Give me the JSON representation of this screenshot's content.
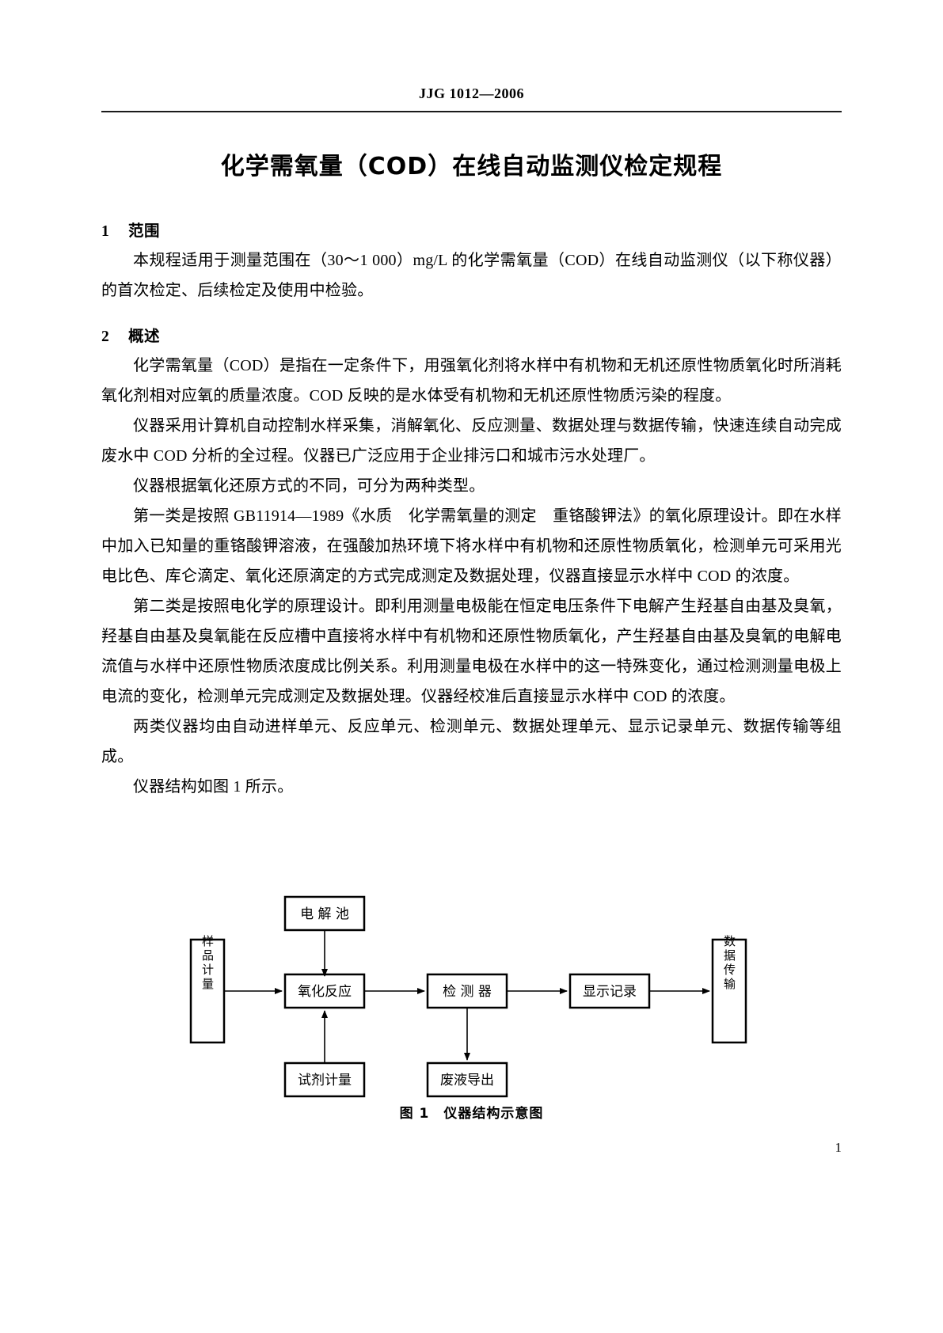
{
  "header": {
    "running_head": "JJG 1012—2006"
  },
  "title": "化学需氧量（COD）在线自动监测仪检定规程",
  "sections": [
    {
      "number": "1",
      "heading": "范围",
      "paragraphs": [
        "本规程适用于测量范围在（30～1 000）mg/L 的化学需氧量（COD）在线自动监测仪（以下称仪器）的首次检定、后续检定及使用中检验。"
      ]
    },
    {
      "number": "2",
      "heading": "概述",
      "paragraphs": [
        "化学需氧量（COD）是指在一定条件下，用强氧化剂将水样中有机物和无机还原性物质氧化时所消耗氧化剂相对应氧的质量浓度。COD 反映的是水体受有机物和无机还原性物质污染的程度。",
        "仪器采用计算机自动控制水样采集，消解氧化、反应测量、数据处理与数据传输，快速连续自动完成废水中 COD 分析的全过程。仪器已广泛应用于企业排污口和城市污水处理厂。",
        "仪器根据氧化还原方式的不同，可分为两种类型。",
        "第一类是按照 GB11914—1989《水质　化学需氧量的测定　重铬酸钾法》的氧化原理设计。即在水样中加入已知量的重铬酸钾溶液，在强酸加热环境下将水样中有机物和还原性物质氧化，检测单元可采用光电比色、库仑滴定、氧化还原滴定的方式完成测定及数据处理，仪器直接显示水样中 COD 的浓度。",
        "第二类是按照电化学的原理设计。即利用测量电极能在恒定电压条件下电解产生羟基自由基及臭氧，羟基自由基及臭氧能在反应槽中直接将水样中有机物和还原性物质氧化，产生羟基自由基及臭氧的电解电流值与水样中还原性物质浓度成比例关系。利用测量电极在水样中的这一特殊变化，通过检测测量电极上电流的变化，检测单元完成测定及数据处理。仪器经校准后直接显示水样中 COD 的浓度。",
        "两类仪器均由自动进样单元、反应单元、检测单元、数据处理单元、显示记录单元、数据传输等组成。",
        "仪器结构如图 1 所示。"
      ]
    }
  ],
  "figure": {
    "caption_label": "图 1",
    "caption_text": "仪器结构示意图",
    "nodes": {
      "electrolysis_cell": "电 解 池",
      "sample_metering": "样品计量",
      "oxidation_reaction": "氧化反应",
      "reagent_metering": "试剂计量",
      "detector": "检 测 器",
      "waste_outlet": "废液导出",
      "display_record": "显示记录",
      "data_transmission": "数据传输"
    }
  },
  "footer": {
    "page_number": "1"
  }
}
